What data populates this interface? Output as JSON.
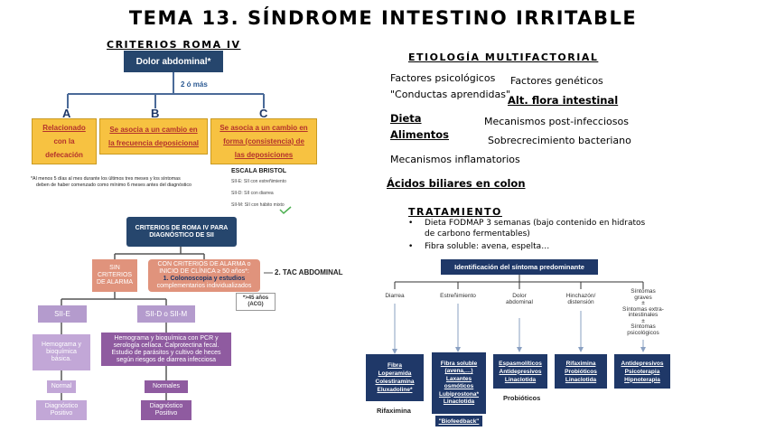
{
  "title": "TEMA 13. SÍNDROME INTESTINO IRRITABLE",
  "roma": {
    "header": "CRITERIOS ROMA IV",
    "top_box": "Dolor abdominal*",
    "branch_label": "2 ó más",
    "letters": [
      "A",
      "B",
      "C"
    ],
    "box_a": [
      "Relacionado",
      "con la",
      "defecación"
    ],
    "box_b": [
      "Se asocia a un cambio en",
      "la frecuencia deposicional"
    ],
    "box_c": [
      "Se asocia a un cambio en",
      "forma (consistencia) de",
      "las deposiciones"
    ],
    "footnote": [
      "*Al menos 5 días al mes durante los últimos tres meses y los síntomas",
      "deben de haber comenzado como mínimo 6 meses antes del diagnóstico"
    ],
    "bristol_title": "ESCALA BRISTOL",
    "bristol_items": [
      "SII-E: SII con estreñimiento",
      "SII-D: SII con diarrea",
      "SII-M: SII con hábito mixto"
    ]
  },
  "diagnosis": {
    "header_box": [
      "CRITERIOS DE ROMA IV PARA",
      "DIAGNÓSTICO DE SII"
    ],
    "no_alarm": [
      "SIN",
      "CRITERIOS",
      "DE ALARMA"
    ],
    "alarm": [
      "CON CRITERIOS DE ALARMA o",
      "INICIO DE CLÍNICA ≥ 50 años*:",
      "1. Colonoscopia y estudios",
      "complementarios individualizados"
    ],
    "tac": "2. TAC ABDOMINAL",
    "acg": [
      "*>45 años",
      "(ACG)"
    ],
    "sii_e": "SII-E",
    "sii_dm": "SII-D o SII-M",
    "hemo_left": [
      "Hemograma y",
      "bioquímica",
      "básica."
    ],
    "hemo_right": [
      "Hemograma y bioquímica con PCR y",
      "serología celíaca. Calprotectina fecal.",
      "Estudio de parásitos y cultivo de heces",
      "según riesgos de diarrea  infecciosa"
    ],
    "normal": "Normal",
    "normales": "Normales",
    "dx_left": [
      "Diagnóstico",
      "Positivo"
    ],
    "dx_right": [
      "Diagnóstico",
      "Positivo"
    ]
  },
  "etiology": {
    "header": "ETIOLOGÍA MULTIFACTORIAL",
    "factores_psico": "Factores psicológicos",
    "factores_gen": "Factores genéticos",
    "conductas": "\"Conductas aprendidas\"",
    "flora": "Alt. flora intestinal",
    "dieta": "Dieta",
    "alimentos": "Alimentos",
    "postinf": "Mecanismos post-infecciosos",
    "sobrecrec": "Sobrecrecimiento bacteriano",
    "inflam": "Mecanismos inflamatorios",
    "acidos": "Ácidos biliares en colon"
  },
  "treatment": {
    "header": "TRATAMIENTO",
    "bullets": [
      [
        "Dieta FODMAP 3 semanas (bajo contenido en hidratos",
        "de carbono fermentables)"
      ],
      [
        "Fibra soluble: avena, espelta…"
      ]
    ],
    "symptom_box": "Identificación del síntoma predominante",
    "categories": {
      "diarrea": [
        "Diarrea"
      ],
      "estrenimiento": [
        "Estreñimiento"
      ],
      "dolor": [
        "Dolor",
        "abdominal"
      ],
      "hinchazon": [
        "Hinchazón/",
        "distensión"
      ],
      "sintomas": [
        "Síntomas",
        "graves",
        "±",
        "Síntomas extra-",
        "intestinales",
        "±",
        "Síntomas",
        "psicológicos"
      ]
    },
    "box_diarrea": [
      "Fibra",
      "Loperamida",
      "Colestiramina",
      "Eluxadoline*"
    ],
    "box_estrenimiento": [
      "Fibra soluble",
      "(avena,…)",
      "Laxantes",
      "osmóticos",
      "Lubiprostona*",
      "Linaclotida"
    ],
    "box_biofeedback": "\"Biofeedback\"",
    "box_dolor": [
      "Espasmolíticos",
      "Antidepresivos",
      "Linaclotida"
    ],
    "box_hinchazon": [
      "Rifaximina",
      "Probióticos",
      "Linaclotida"
    ],
    "box_sintomas": [
      "Antidepresivos",
      "Psicoterapia",
      "Hipnoterapia"
    ],
    "rifaximina": "Rifaximina",
    "probioticos": "Probióticos"
  },
  "colors": {
    "dark_blue": "#26466d",
    "orange": "#f7c241",
    "red_text": "#b4322c",
    "salmon": "#e0937c",
    "purple": "#8f5ba0",
    "lilac": "#b49bcd",
    "navy": "#1f3868"
  }
}
